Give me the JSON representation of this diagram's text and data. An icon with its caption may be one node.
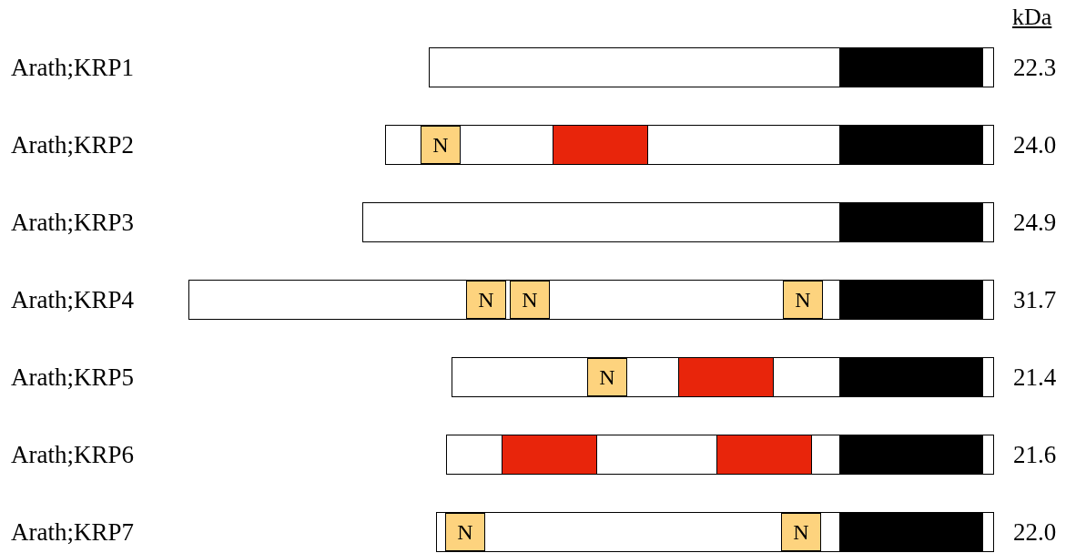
{
  "diagram": {
    "nodes": [
      {
        "text": [],
        "shape": "bar",
        "beside": [
          "22.3"
        ]
      },
      {
        "text": [],
        "shape": "box",
        "in": 0
      },
      {
        "text": [],
        "shape": "bar",
        "beside": [
          "24.0"
        ]
      },
      {
        "text": [
          "N"
        ],
        "in": 2
      },
      {
        "text": [],
        "shape": "box",
        "in": 2
      },
      {
        "text": [],
        "shape": "box",
        "in": 2
      },
      {
        "text": [],
        "shape": "bar",
        "beside": [
          "24.9"
        ]
      },
      {
        "text": [],
        "shape": "box",
        "in": 6
      },
      {
        "text": [],
        "shape": "bar",
        "beside": [
          "31.7"
        ]
      },
      {
        "text": [
          "N"
        ],
        "in": 8
      },
      {
        "text": [
          "N"
        ],
        "in": 8
      },
      {
        "text": [
          "N"
        ],
        "in": 8
      },
      {
        "text": [],
        "shape": "box",
        "in": 8
      },
      {
        "text": [],
        "shape": "bar",
        "beside": [
          "21.4"
        ]
      },
      {
        "text": [
          "N"
        ],
        "in": 13
      },
      {
        "text": [],
        "shape": "box",
        "in": 13
      },
      {
        "text": [],
        "shape": "box",
        "in": 13
      },
      {
        "text": [],
        "shape": "bar",
        "beside": [
          "21.6"
        ]
      },
      {
        "text": [],
        "shape": "box",
        "in": 17
      },
      {
        "text": [],
        "shape": "box",
        "in": 17
      },
      {
        "text": [],
        "shape": "box",
        "in": 17
      },
      {
        "text": [],
        "shape": "bar",
        "beside": [
          "22.0"
        ]
      },
      {
        "text": [
          "N"
        ],
        "in": 21
      },
      {
        "text": [
          "N"
        ],
        "in": 21
      },
      {
        "text": [],
        "shape": "box",
        "in": 21
      }
    ],
    "labels": [
      "kDa",
      "Arath;KRP1",
      "Arath;KRP2",
      "Arath;KRP3",
      "Arath;KRP4",
      "Arath;KRP5",
      "Arath;KRP6",
      "Arath;KRP7"
    ]
  }
}
